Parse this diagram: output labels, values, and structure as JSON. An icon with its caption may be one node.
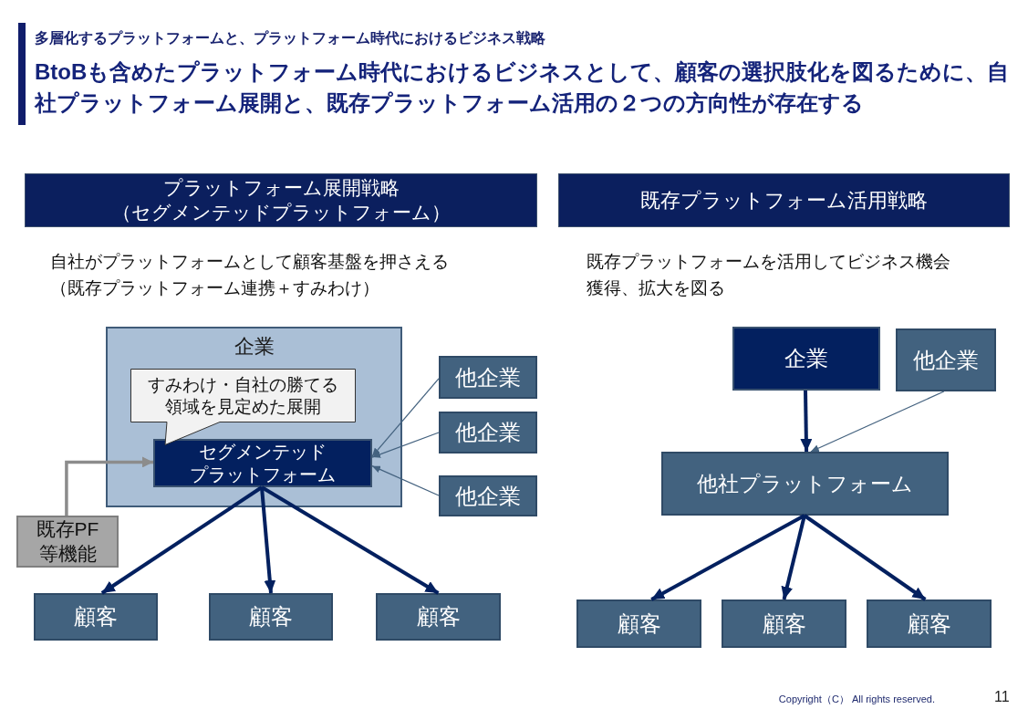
{
  "diagram": {
    "title": "BtoBも含めたプラットフォーム時代におけるビジネスとして、顧客の選択肢化を図るために、自社プラットフォーム展開と、既存プラットフォーム活用の２つの方向性が存在する",
    "nodes": [
      {
        "text": [
          "プラットフォーム展開戦略（セグメンテッドプラットフォーム）"
        ]
      },
      {
        "text": [
          "既存プラットフォーム活用戦略"
        ]
      },
      {
        "text": [
          "企業"
        ]
      },
      {
        "text": [
          "すみわけ・自社の勝てる領域を見定めた展開"
        ],
        "in": 2
      },
      {
        "text": [
          "セグメンテッドプラットフォーム"
        ],
        "in": 2
      },
      {
        "text": [
          "他企業"
        ]
      },
      {
        "text": [
          "他企業"
        ]
      },
      {
        "text": [
          "他企業"
        ]
      },
      {
        "text": [
          "既存PF等機能"
        ]
      },
      {
        "text": [
          "顧客"
        ]
      },
      {
        "text": [
          "顧客"
        ]
      },
      {
        "text": [
          "顧客"
        ]
      },
      {
        "text": [
          "企業"
        ]
      },
      {
        "text": [
          "他企業"
        ]
      },
      {
        "text": [
          "他社プラットフォーム"
        ]
      },
      {
        "text": [
          "顧客"
        ]
      },
      {
        "text": [
          "顧客"
        ]
      },
      {
        "text": [
          "顧客"
        ]
      }
    ],
    "edges": [
      {
        "from": 8,
        "to": 4,
        "arrow": "to",
        "color": "#8c8c8c"
      },
      {
        "from": 5,
        "to": 4,
        "arrow": "to",
        "color": "#44627f"
      },
      {
        "from": 6,
        "to": 4,
        "arrow": "to",
        "color": "#44627f"
      },
      {
        "from": 7,
        "to": 4,
        "arrow": "to",
        "color": "#44627f"
      },
      {
        "from": 4,
        "to": 9,
        "arrow": "to"
      },
      {
        "from": 4,
        "to": 10,
        "arrow": "to"
      },
      {
        "from": 4,
        "to": 11,
        "arrow": "to"
      },
      {
        "from": 12,
        "to": 14,
        "arrow": "to"
      },
      {
        "from": 13,
        "to": 14,
        "arrow": "to",
        "color": "#44627f"
      },
      {
        "from": 14,
        "to": 15,
        "arrow": "to"
      },
      {
        "from": 14,
        "to": 16,
        "arrow": "to"
      },
      {
        "from": 14,
        "to": 17,
        "arrow": "to"
      }
    ],
    "labels": [
      "多層化するプラットフォームと、プラットフォーム時代におけるビジネス戦略",
      "自社がプラットフォームとして顧客基盤を押さえる（既存プラットフォーム連携＋すみわけ）",
      "既存プラットフォームを活用してビジネス機会獲得、拡大を図る",
      "Copyright（C） All rights reserved.",
      "11"
    ]
  }
}
